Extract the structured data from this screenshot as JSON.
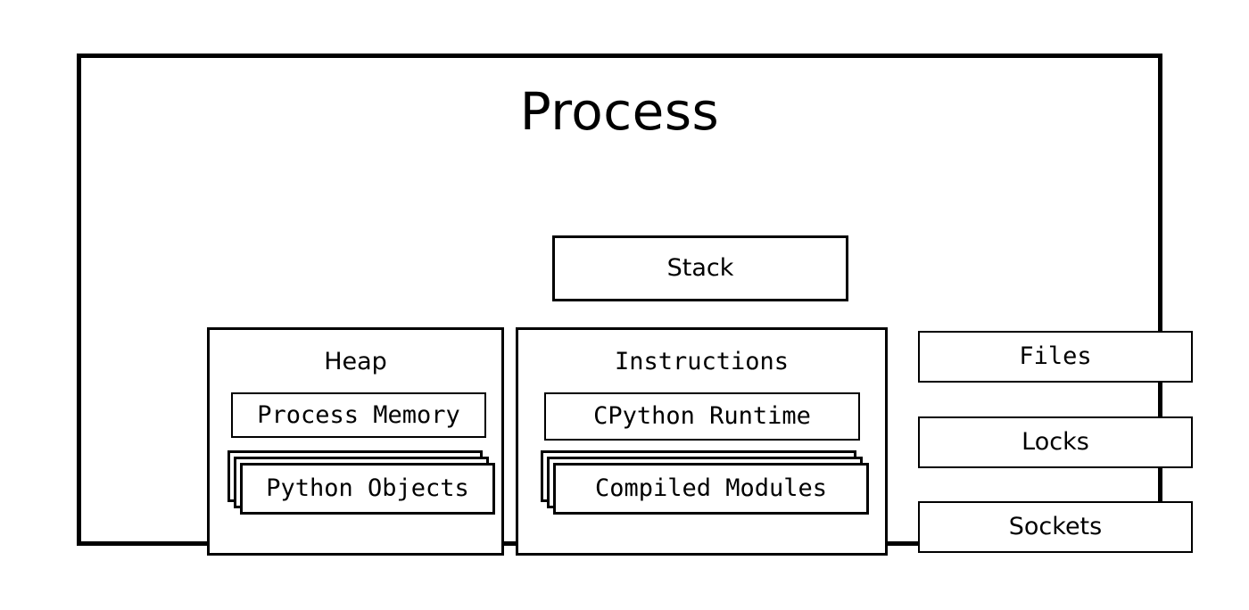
{
  "diagram": {
    "title": "Process",
    "outer_frame_name": "Process",
    "colors": {
      "background": "#ffffff",
      "stroke": "#000000",
      "text": "#000000"
    },
    "top_box": {
      "label": "Stack"
    },
    "groups": [
      {
        "title": "Heap",
        "items": [
          {
            "label": "Process Memory",
            "stacked": false,
            "layers": 1
          },
          {
            "label": "Python Objects",
            "stacked": true,
            "layers": 3
          }
        ]
      },
      {
        "title": "Instructions",
        "items": [
          {
            "label": "CPython Runtime",
            "stacked": false,
            "layers": 1
          },
          {
            "label": "Compiled Modules",
            "stacked": true,
            "layers": 3
          }
        ]
      }
    ],
    "resources": [
      {
        "label": "Files"
      },
      {
        "label": "Locks"
      },
      {
        "label": "Sockets"
      }
    ]
  }
}
